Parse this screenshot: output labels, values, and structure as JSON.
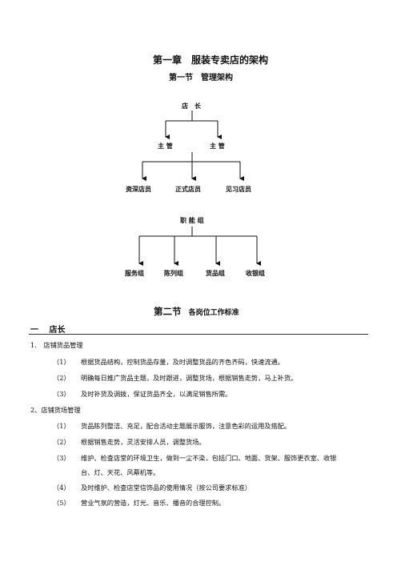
{
  "chapter": {
    "title": "第一章　服装专卖店的架构",
    "section1": "第一节　管理架构"
  },
  "org_chart": {
    "root": "店　长",
    "managers": [
      "主 管",
      "主 管"
    ],
    "staff": [
      "资深店员",
      "正式店员",
      "见习店员"
    ],
    "function_group": "职 能 组",
    "groups": [
      "服务组",
      "陈列组",
      "货品组",
      "收银组"
    ]
  },
  "section2": {
    "prefix": "第二节",
    "title": "各岗位工作标准"
  },
  "part1": {
    "num": "一",
    "title": "店长"
  },
  "item1": {
    "num": "1.",
    "title": "店铺货品管理",
    "points": [
      {
        "marker": "（1）",
        "text": "根据货品结构，控制货品存量，及时调整货品的齐色齐码，快速流通。"
      },
      {
        "marker": "（2）",
        "text": "明确每日推广货品主题，及时跟进，调整货场，根据销售走势，马上补货。"
      },
      {
        "marker": "（3）",
        "text": "及时补货及调拨，保证货品齐全，以满足销售所需。"
      }
    ]
  },
  "item2": {
    "num": "2、",
    "title": "店铺货场管理",
    "points": [
      {
        "marker": "（1）",
        "text": "货品陈列整洁、充足，配合活动主题展示服饰，注意色彩的运用及搭配。"
      },
      {
        "marker": "（2）",
        "text": "根据销售走势，灵活安排人员，调整货场。"
      },
      {
        "marker": "（3）",
        "text": "维护、检查店堂的环境卫生，做到一尘不染，包括门口、地面、货架、服饰更衣室、收银",
        "continued": "台、灯、天花、风幕机等。"
      },
      {
        "marker": "（4）",
        "text": "及时维护、检查店堂信饰品的使用情况（按公司要求标准）"
      },
      {
        "marker": "（5）",
        "text": "营业气氛的营造，灯光、音乐、播音的合理控制。"
      }
    ]
  }
}
